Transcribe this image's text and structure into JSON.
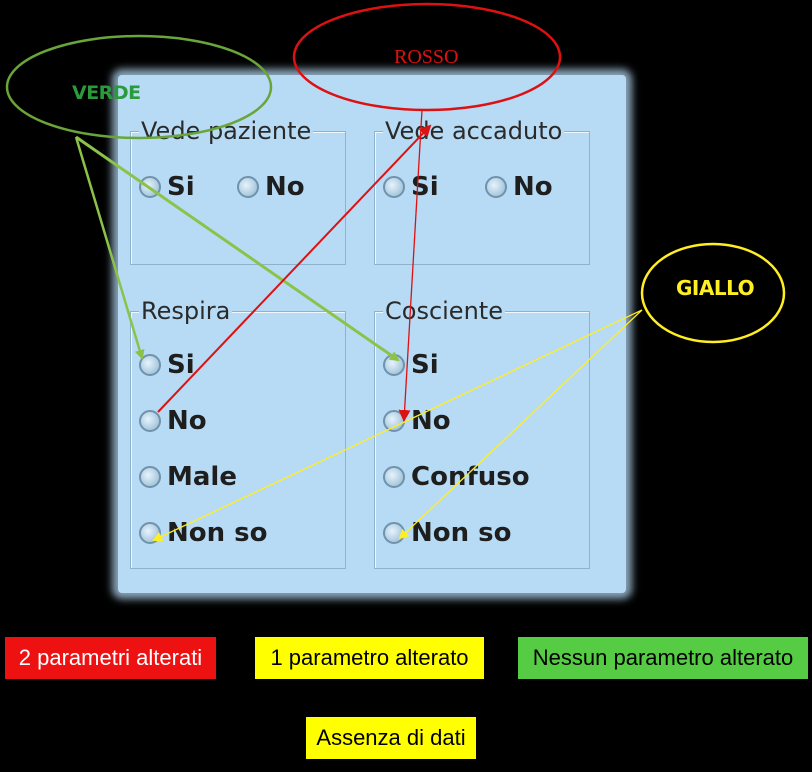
{
  "groups": {
    "vede_paziente": {
      "title": "Vede paziente",
      "options": [
        "Si",
        "No"
      ]
    },
    "vede_accaduto": {
      "title": "Vede accaduto",
      "options": [
        "Si",
        "No"
      ]
    },
    "respira": {
      "title": "Respira",
      "options": [
        "Si",
        "No",
        "Male",
        "Non so"
      ]
    },
    "cosciente": {
      "title": "Cosciente",
      "options": [
        "Si",
        "No",
        "Confuso",
        "Non so"
      ]
    }
  },
  "callouts": {
    "verde": {
      "label": "VERDE",
      "color": "#2a9a3a",
      "stroke": "#6aa53a"
    },
    "rosso": {
      "label": "ROSSO",
      "color": "#e01010",
      "stroke": "#dd1111"
    },
    "giallo": {
      "label": "GIALLO",
      "color": "#ffee22",
      "stroke": "#ffee22"
    }
  },
  "legend_badges": [
    {
      "label": "2 parametri alterati",
      "bg": "#ee1111",
      "color": "#ffffff"
    },
    {
      "label": "1 parametro alterato",
      "bg": "#ffff00",
      "color": "#000000"
    },
    {
      "label": "Nessun parametro alterato",
      "bg": "#55cc44",
      "color": "#000000"
    },
    {
      "label": "Assenza di dati",
      "bg": "#ffff00",
      "color": "#000000"
    }
  ]
}
